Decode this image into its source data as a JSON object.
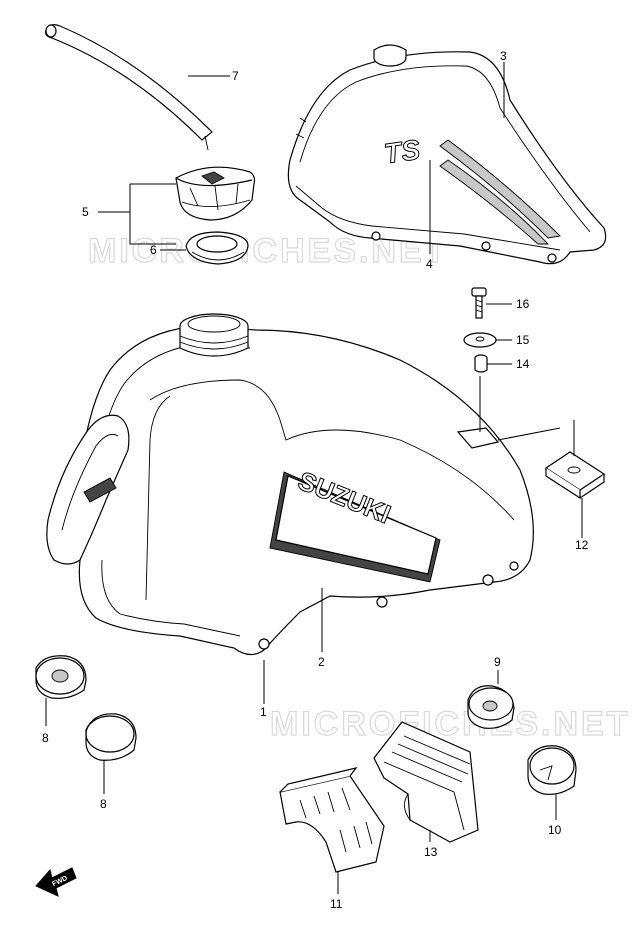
{
  "watermark": "MICROFICHES.NET",
  "decal_small": "TS",
  "decal_brand": "SUZUKI",
  "fwd_text": "FWD",
  "callouts": {
    "c1": "1",
    "c2": "2",
    "c3": "3",
    "c4": "4",
    "c5": "5",
    "c6": "6",
    "c7": "7",
    "c8a": "8",
    "c8b": "8",
    "c9": "9",
    "c10": "10",
    "c11": "11",
    "c12": "12",
    "c13": "13",
    "c14": "14",
    "c15": "15",
    "c16": "16"
  }
}
